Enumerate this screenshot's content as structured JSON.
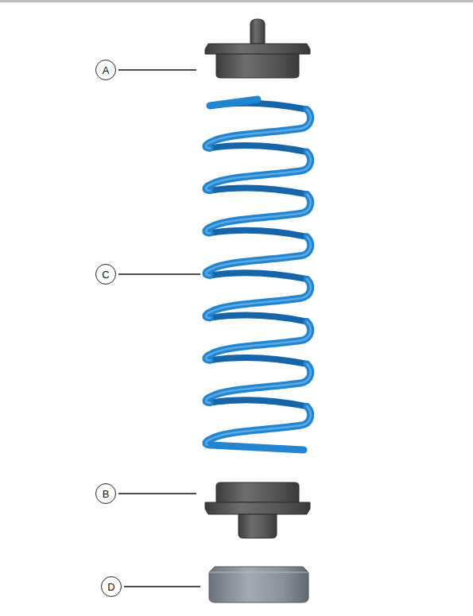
{
  "diagram": {
    "labels": [
      "A",
      "C",
      "B",
      "D"
    ]
  }
}
